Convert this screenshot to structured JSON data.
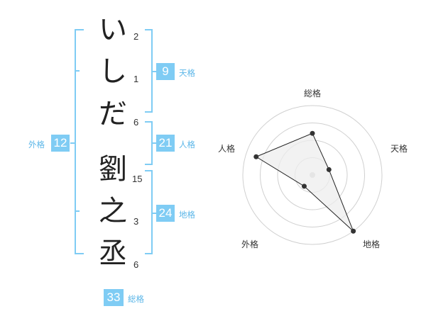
{
  "name": {
    "characters": [
      {
        "char": "い",
        "strokes": "2"
      },
      {
        "char": "し",
        "strokes": "1"
      },
      {
        "char": "だ",
        "strokes": "6"
      },
      {
        "char": "劉",
        "strokes": "15"
      },
      {
        "char": "之",
        "strokes": "3"
      },
      {
        "char": "丞",
        "strokes": "6"
      }
    ]
  },
  "scores": {
    "tenkaku": {
      "value": "9",
      "label": "天格"
    },
    "jinkaku": {
      "value": "21",
      "label": "人格"
    },
    "chikaku": {
      "value": "24",
      "label": "地格"
    },
    "gaikaku": {
      "value": "12",
      "label": "外格"
    },
    "soukaku": {
      "value": "33",
      "label": "総格"
    }
  },
  "radar": {
    "axes": [
      "総格",
      "天格",
      "地格",
      "外格",
      "人格"
    ],
    "levels": 4,
    "values": [
      0.6,
      0.25,
      1.0,
      0.2,
      0.85
    ],
    "fill_color": "#eeeeee",
    "line_color": "#222222",
    "grid_color": "#d0d0d0"
  },
  "colors": {
    "accent": "#7fccf4",
    "label": "#5bb6e8",
    "bracket": "#7fccf4"
  }
}
